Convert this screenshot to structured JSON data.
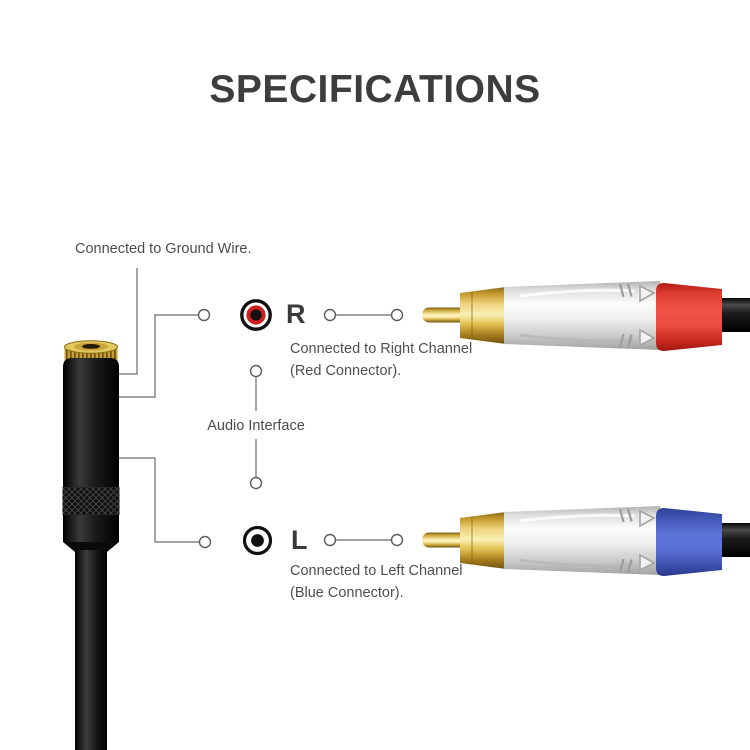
{
  "title": "SPECIFICATIONS",
  "ground": {
    "label": "Connected to Ground Wire."
  },
  "audio_interface": {
    "label": "Audio Interface"
  },
  "right_channel": {
    "letter": "R",
    "description_line1": "Connected to Right Channel",
    "description_line2": "(Red Connector)."
  },
  "left_channel": {
    "letter": "L",
    "description_line1": "Connected to Left Channel",
    "description_line2": "(Blue Connector)."
  },
  "icons": {
    "right_channel_symbol": "rca-jack-red-ring-icon",
    "left_channel_symbol": "rca-jack-black-dot-icon"
  },
  "colors": {
    "title_text": "#3d3d3d",
    "label_text": "#4c4c4c",
    "annotation_line": "#6b6b6b",
    "right_symbol_ring": "#cf1f1f",
    "red_connector_boot": "#e8453a",
    "blue_connector_boot": "#4f63c8",
    "gold_plating": "#d8b34a",
    "jack_body": "#1a1a1a"
  }
}
